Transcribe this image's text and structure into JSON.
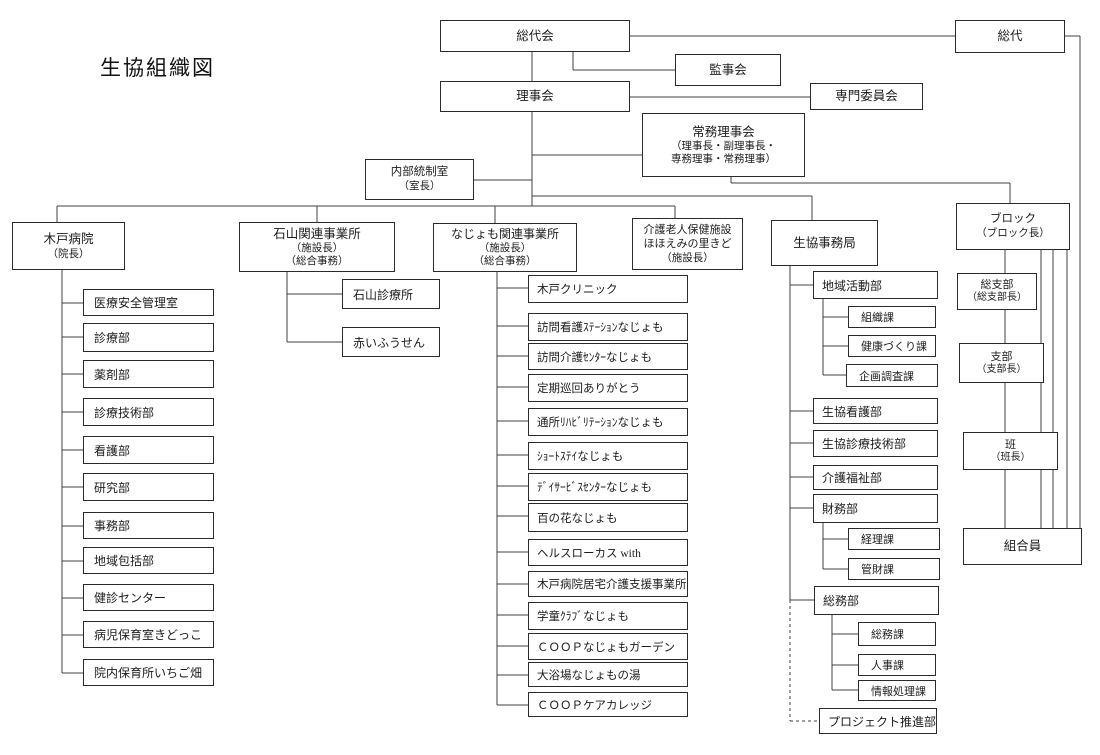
{
  "title": "生協組織図",
  "top": {
    "sodaikai": "総代会",
    "kanjikai": "監事会",
    "rijikai": "理事会",
    "senmon_iinkai": "専門委員会",
    "jomu_rijikai": {
      "line1": "常務理事会",
      "line2": "（理事長・副理事長・",
      "line3": "専務理事・常務理事）"
    },
    "naibu_toseishitsu": {
      "line1": "内部統制室",
      "line2": "（室長）"
    },
    "sodai": "総代"
  },
  "divisions": {
    "kido_byoin": {
      "name": "木戸病院",
      "head": "（院長）",
      "children": [
        "医療安全管理室",
        "診療部",
        "薬剤部",
        "診療技術部",
        "看護部",
        "研究部",
        "事務部",
        "地域包括部",
        "健診センター",
        "病児保育室きどっこ",
        "院内保育所いちご畑"
      ]
    },
    "ishiyama": {
      "name": "石山関連事業所",
      "head": "（施設長）",
      "admin": "（総合事務）",
      "children": [
        "石山診療所",
        "赤いふうせん"
      ]
    },
    "najomo": {
      "name": "なじょも関連事業所",
      "head": "（施設長）",
      "admin": "（総合事務）",
      "children": [
        "木戸クリニック",
        "訪問看護ｽﾃｰｼｮﾝなじょも",
        "訪問介護ｾﾝﾀｰなじょも",
        "定期巡回ありがとう",
        "通所ﾘﾊﾋﾞﾘﾃｰｼｮﾝなじょも",
        "ｼｮｰﾄｽﾃｲなじょも",
        "ﾃﾞｲｻｰﾋﾞｽｾﾝﾀｰなじょも",
        "百の花なじょも",
        "ヘルスローカス with",
        "木戸病院居宅介護支援事業所",
        "学童ｸﾗﾌﾞなじょも",
        "ＣＯＯＰなじょもガーデン",
        "大浴場なじょもの湯",
        "ＣＯＯＰケアカレッジ"
      ]
    },
    "kaigo_rojin": {
      "name1": "介護老人保健施設",
      "name2": "ほほえみの里きど",
      "head": "（施設長）"
    },
    "jimukyoku": {
      "name": "生協事務局"
    }
  },
  "jimukyoku_tree": {
    "chiiki_katsudo": "地域活動部",
    "chiiki_children": [
      "組織課",
      "健康づくり課",
      "企画調査課"
    ],
    "kango": "生協看護部",
    "shinryo_gijutsu": "生協診療技術部",
    "kaigo_fukushi": "介護福祉部",
    "zaimu": "財務部",
    "zaimu_children": [
      "経理課",
      "管財課"
    ],
    "somu": "総務部",
    "somu_children": [
      "総務課",
      "人事課",
      "情報処理課"
    ],
    "project_suishin": "プロジェクト推進部"
  },
  "member_org": {
    "block": {
      "line1": "ブロック",
      "line2": "（ブロック長）"
    },
    "soshibu": {
      "line1": "総支部",
      "line2": "（総支部長）"
    },
    "shibu": {
      "line1": "支部",
      "line2": "（支部長）"
    },
    "han": {
      "line1": "班",
      "line2": "（班長）"
    },
    "kumiaiin": "組合員"
  },
  "colors": {
    "line": "#404040",
    "border": "#2a2a2a",
    "background": "#ffffff"
  }
}
